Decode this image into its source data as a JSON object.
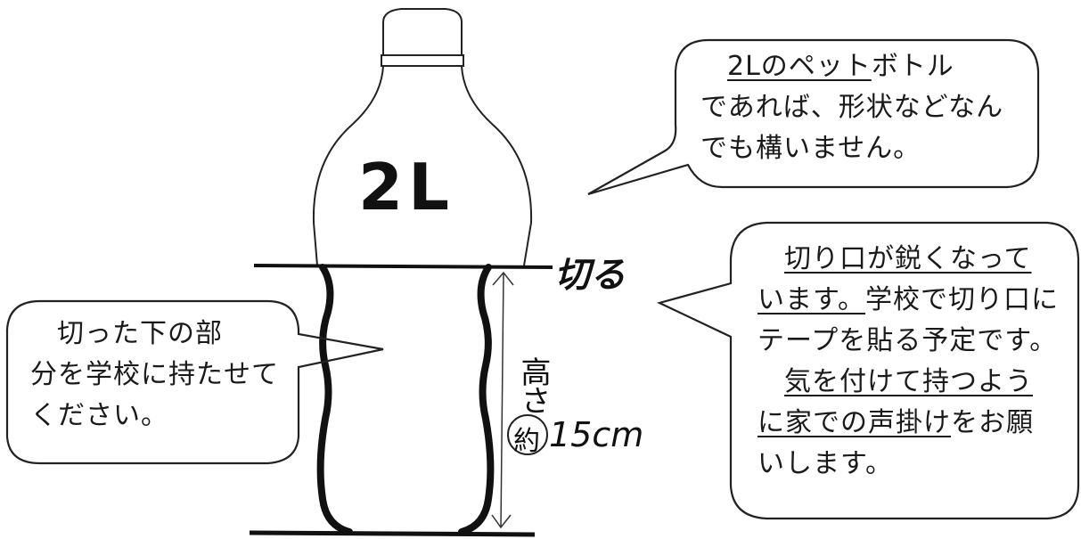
{
  "bottle": {
    "label": "2L",
    "cut_label": "切る",
    "height_label_1": "高さ",
    "height_label_2": "約",
    "height_label_3": "15cm"
  },
  "bubble_top_right": {
    "line1_u": "2Lのペット",
    "line1_rest": "ボトル",
    "line2": "であれば、形状などなん",
    "line3": "でも構いません。"
  },
  "bubble_left": {
    "line1": "切った下の部",
    "line2": "分を学校に持たせて",
    "line3": "ください。"
  },
  "bubble_right": {
    "line1_u": "切り口が鋭くなって",
    "line2_u": "います。",
    "line2_rest": "学校で切り口に",
    "line3": "テープを貼る予定です。",
    "line4_u": "気を付けて持つよう",
    "line5_u": "に家での声掛け",
    "line5_rest": "をお願",
    "line6": "いします。"
  },
  "colors": {
    "ink": "#1a1a1a",
    "paper": "#ffffff"
  }
}
